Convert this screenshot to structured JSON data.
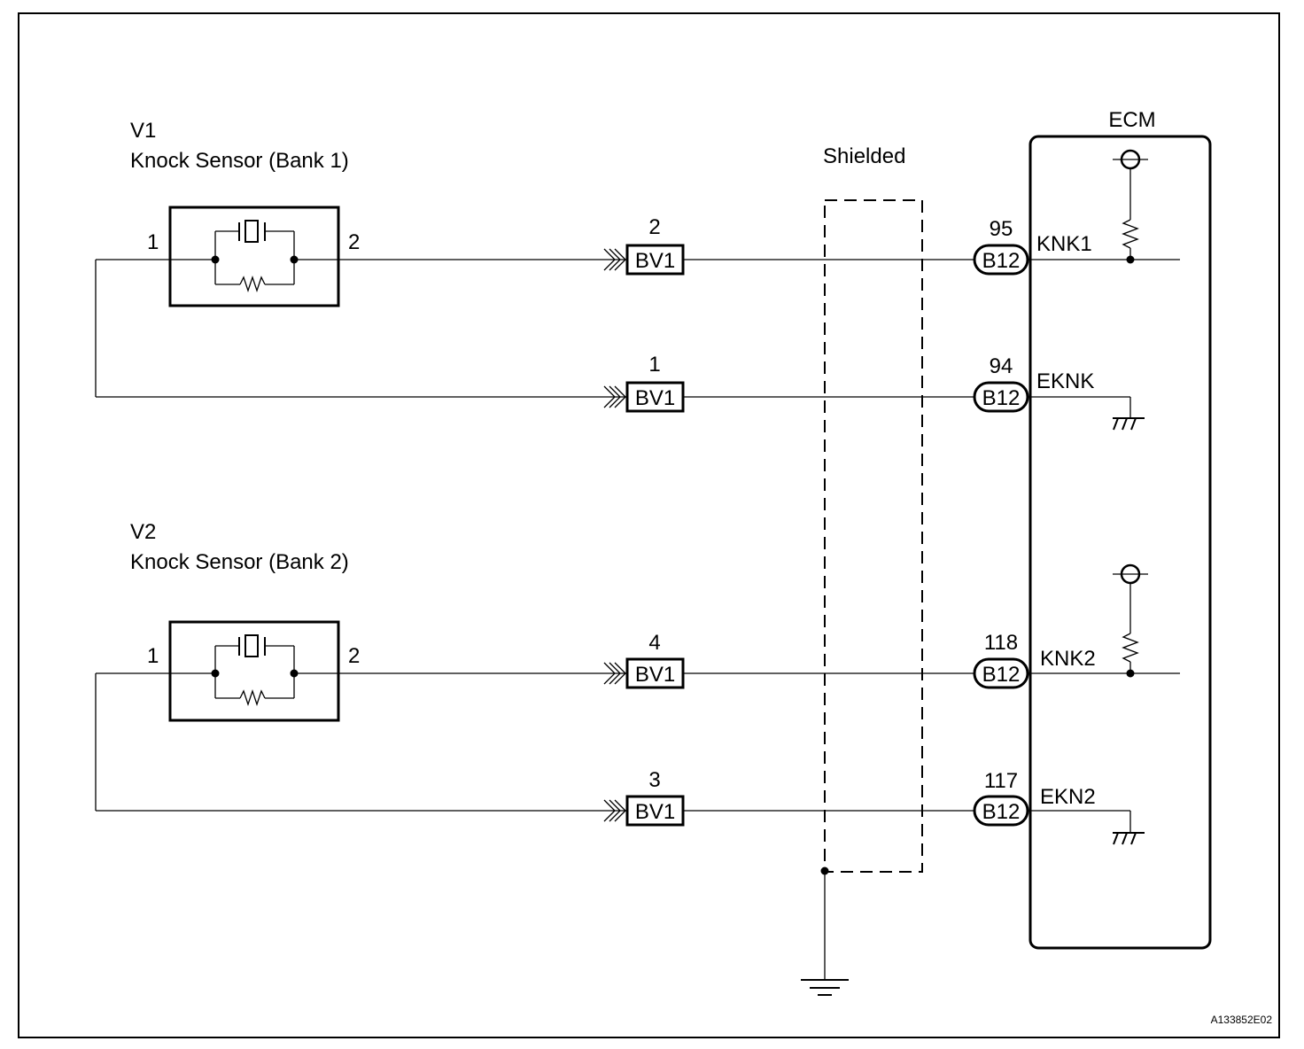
{
  "sensors": [
    {
      "id": "V1",
      "name": "Knock Sensor (Bank 1)",
      "pin_left": "1",
      "pin_right": "2"
    },
    {
      "id": "V2",
      "name": "Knock Sensor (Bank 2)",
      "pin_left": "1",
      "pin_right": "2"
    }
  ],
  "connectors": [
    {
      "bv1_pin": "2",
      "bv1": "BV1",
      "b12_pin": "95",
      "b12": "B12",
      "signal": "KNK1"
    },
    {
      "bv1_pin": "1",
      "bv1": "BV1",
      "b12_pin": "94",
      "b12": "B12",
      "signal": "EKNK"
    },
    {
      "bv1_pin": "4",
      "bv1": "BV1",
      "b12_pin": "118",
      "b12": "B12",
      "signal": "KNK2"
    },
    {
      "bv1_pin": "3",
      "bv1": "BV1",
      "b12_pin": "117",
      "b12": "B12",
      "signal": "EKN2"
    }
  ],
  "ecm_label": "ECM",
  "shielded_label": "Shielded",
  "figure_code": "A133852E02"
}
